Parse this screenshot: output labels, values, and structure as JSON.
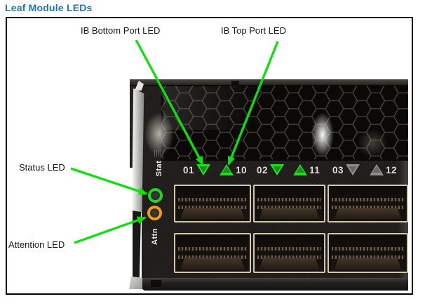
{
  "title": "Leaf Module LEDs",
  "callouts": {
    "ib_bottom": "IB Bottom Port LED",
    "ib_top": "IB Top Port LED",
    "status": "Status LED",
    "attention": "Attention LED"
  },
  "panel": {
    "status_label": "Stat",
    "attention_label": "Attn",
    "ports": [
      {
        "number": "01",
        "triangle": "down",
        "lit": true
      },
      {
        "number": "10",
        "triangle": "up",
        "lit": true
      },
      {
        "number": "02",
        "triangle": "down",
        "lit": true
      },
      {
        "number": "11",
        "triangle": "up",
        "lit": true
      },
      {
        "number": "03",
        "triangle": "down",
        "lit": false
      },
      {
        "number": "12",
        "triangle": "up",
        "lit": false
      }
    ]
  },
  "colors": {
    "title_blue": "#1a76b4",
    "arrow_green": "#0ee00e",
    "status_led_green": "#27d227",
    "attention_led_orange": "#ef9c1c",
    "lit_triangle_green": "#1ce01c",
    "unlit_triangle_gray": "#8f8f8f"
  }
}
